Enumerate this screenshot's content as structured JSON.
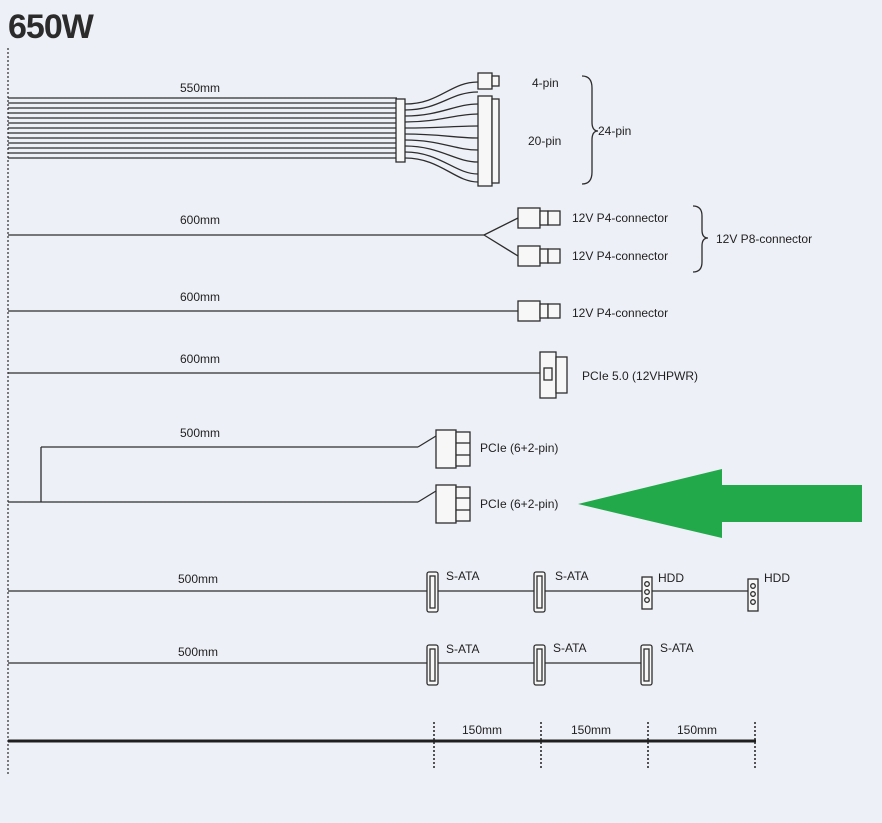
{
  "title": "650W",
  "cables": {
    "main": {
      "length": "550mm",
      "pin4": "4-pin",
      "pin20": "20-pin",
      "pin24": "24-pin"
    },
    "cpu_split": {
      "length": "600mm",
      "conn_a": "12V P4-connector",
      "conn_b": "12V P4-connector",
      "group": "12V P8-connector"
    },
    "cpu_single": {
      "length": "600mm",
      "conn": "12V P4-connector"
    },
    "pcie5": {
      "length": "600mm",
      "conn": "PCIe 5.0 (12VHPWR)"
    },
    "pcie": {
      "length": "500mm",
      "conn_a": "PCIe (6+2-pin)",
      "conn_b": "PCIe (6+2-pin)"
    },
    "sata1": {
      "length": "500mm",
      "c1": "S-ATA",
      "c2": "S-ATA",
      "c3": "HDD",
      "c4": "HDD"
    },
    "sata2": {
      "length": "500mm",
      "c1": "S-ATA",
      "c2": "S-ATA",
      "c3": "S-ATA"
    }
  },
  "scale": {
    "seg1": "150mm",
    "seg2": "150mm",
    "seg3": "150mm"
  },
  "colors": {
    "arrow": "#21a94a",
    "line": "#2d2d2d",
    "background": "#eef0f7"
  }
}
